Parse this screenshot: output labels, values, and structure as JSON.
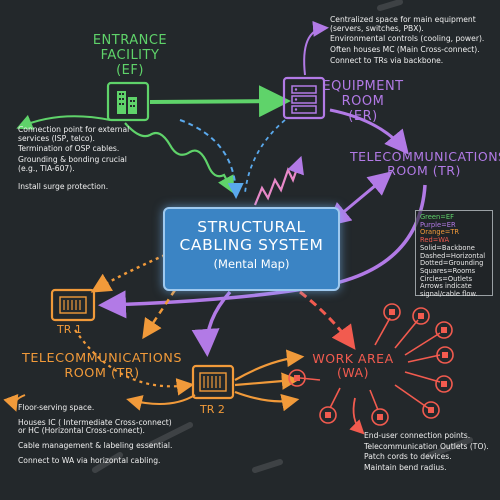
{
  "center": {
    "line1": "STRUCTURAL",
    "line2": "CABLING SYSTEM",
    "line3": "(Mental Map)"
  },
  "ef": {
    "title_line1": "ENTRANCE",
    "title_line2": "FACILITY",
    "abbr": "(EF)",
    "notes": [
      "Connection point for external",
      "services (ISP, telco).",
      "Termination of OSP cables.",
      "Grounding & bonding crucial",
      "(e.g., TIA-607).",
      "Install surge protection."
    ]
  },
  "er": {
    "title_line1": "EQUIPMENT",
    "title_line2": "ROOM",
    "abbr": "(ER)",
    "notes": [
      "Centralized space for main equipment",
      "(servers, switches, PBX).",
      "Environmental controls (cooling, power).",
      "Often houses MC (Main Cross-connect).",
      "Connect to TRs via backbone."
    ]
  },
  "tr_right": {
    "title_line1": "TELECOMMUNICATIONS",
    "title_line2": "ROOM (TR)"
  },
  "tr1": {
    "label": "TR 1"
  },
  "tr2": {
    "label": "TR 2"
  },
  "tr_left": {
    "title_line1": "TELECOMMUNICATIONS",
    "title_line2": "ROOM (TR)",
    "notes": [
      "Floor-serving space.",
      "Houses IC ( Intermediate Cross-connect)",
      "or HC (Horizontal Cross-connect).",
      "Cable management & labeling essential.",
      "Connect to WA via horizontal cabling."
    ]
  },
  "wa": {
    "title_line1": "WORK AREA",
    "title_line2": "(WA)",
    "notes": [
      "End-user connection points.",
      "Telecommunication Outlets (TO).",
      "Patch cords to devices.",
      "Maintain bend radius."
    ]
  },
  "legend": {
    "green": "Green=EF",
    "purple": "Purple=ER",
    "orange": "Orange=TR",
    "red": "Red=WA",
    "lines": [
      "Solid=Backbone",
      "Dashed=Horizontal",
      "Dotted=Grounding",
      "Squares=Rooms",
      "Circles=Outlets",
      "Arrows indicate",
      "signal/cable flow."
    ]
  },
  "colors": {
    "background": "#23282b",
    "ef": "#5fd36a",
    "er": "#b27ae6",
    "tr": "#f19a3a",
    "wa": "#f25b4f",
    "center": "#3b84c4"
  }
}
